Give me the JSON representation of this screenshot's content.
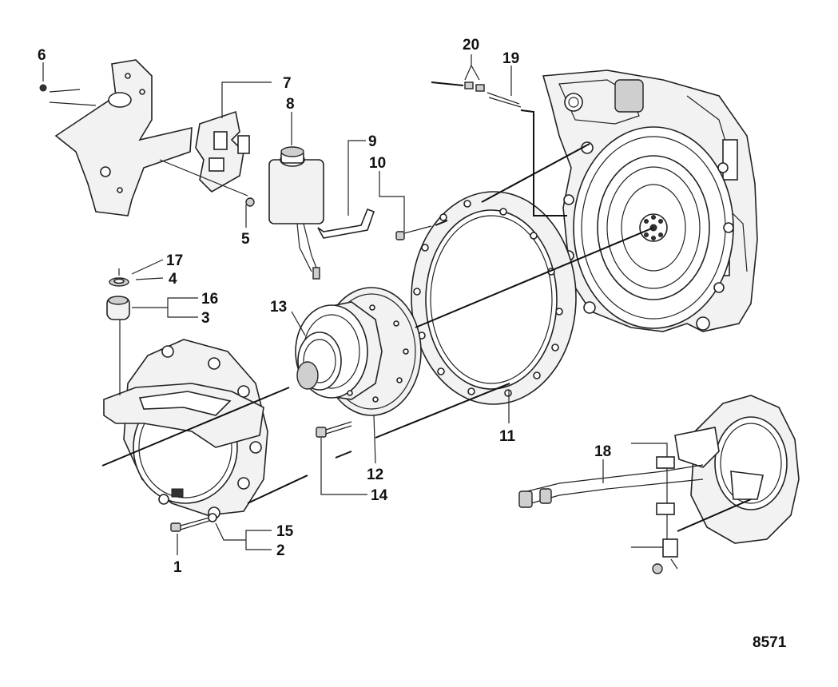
{
  "figure_id": "8571",
  "callouts": [
    {
      "id": "c1",
      "label": "1"
    },
    {
      "id": "c2",
      "label": "2"
    },
    {
      "id": "c3",
      "label": "3"
    },
    {
      "id": "c4",
      "label": "4"
    },
    {
      "id": "c5",
      "label": "5"
    },
    {
      "id": "c6",
      "label": "6"
    },
    {
      "id": "c7",
      "label": "7"
    },
    {
      "id": "c8",
      "label": "8"
    },
    {
      "id": "c9",
      "label": "9"
    },
    {
      "id": "c10",
      "label": "10"
    },
    {
      "id": "c11",
      "label": "11"
    },
    {
      "id": "c12",
      "label": "12"
    },
    {
      "id": "c13",
      "label": "13"
    },
    {
      "id": "c14",
      "label": "14"
    },
    {
      "id": "c15",
      "label": "15"
    },
    {
      "id": "c16",
      "label": "16"
    },
    {
      "id": "c17",
      "label": "17"
    },
    {
      "id": "c18",
      "label": "18"
    },
    {
      "id": "c19",
      "label": "19"
    },
    {
      "id": "c20",
      "label": "20"
    }
  ]
}
